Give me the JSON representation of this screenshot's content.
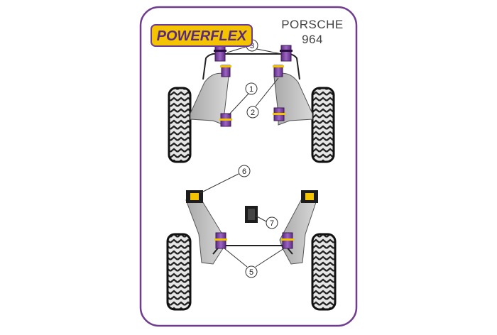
{
  "brand": {
    "logo_text": "POWERFLEX",
    "colors": {
      "purple": "#7a3ea0",
      "gold": "#f4c400",
      "border": "#6f3c8e"
    }
  },
  "model": {
    "make": "PORSCHE",
    "number": "964"
  },
  "callouts": {
    "c1": "1",
    "c2": "2",
    "c3": "3",
    "c5": "5",
    "c6": "6",
    "c7": "7"
  }
}
